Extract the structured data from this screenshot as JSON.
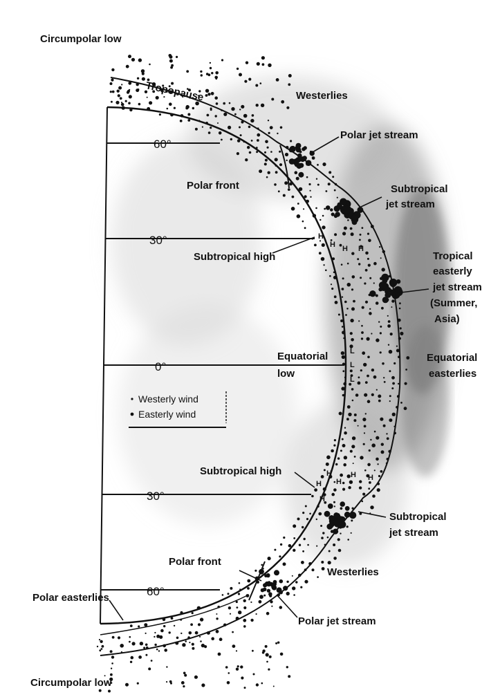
{
  "labels": {
    "circumpolar_low_top": "Circumpolar low",
    "tropopause": "Tropopause",
    "westerlies_top": "Westerlies",
    "polar_jet_top": "Polar jet stream",
    "polar_front_top": "Polar front",
    "subtropical_jet_top_1": "Subtropical",
    "subtropical_jet_top_2": "jet stream",
    "subtropical_high_top": "Subtropical high",
    "tropical_easterly_1": "Tropical",
    "tropical_easterly_2": "easterly",
    "tropical_easterly_3": "jet stream",
    "tropical_easterly_4": "(Summer,",
    "tropical_easterly_5": "Asia)",
    "equatorial_low_1": "Equatorial",
    "equatorial_low_2": "low",
    "equatorial_easterlies_1": "Equatorial",
    "equatorial_easterlies_2": "easterlies",
    "subtropical_high_bottom": "Subtropical high",
    "subtropical_jet_bottom_1": "Subtropical",
    "subtropical_jet_bottom_2": "jet stream",
    "polar_front_bottom": "Polar front",
    "westerlies_bottom": "Westerlies",
    "polar_easterlies": "Polar easterlies",
    "polar_jet_bottom": "Polar jet stream",
    "circumpolar_low_bottom": "Circumpolar low"
  },
  "latitudes": {
    "n60": "60°",
    "n30": "30°",
    "eq": "0°",
    "s30": "30°",
    "s60": "60°"
  },
  "pressure_marks": {
    "high": "H",
    "low": "L"
  },
  "legend": {
    "westerly": "Westerly wind",
    "easterly": "Easterly wind"
  }
}
